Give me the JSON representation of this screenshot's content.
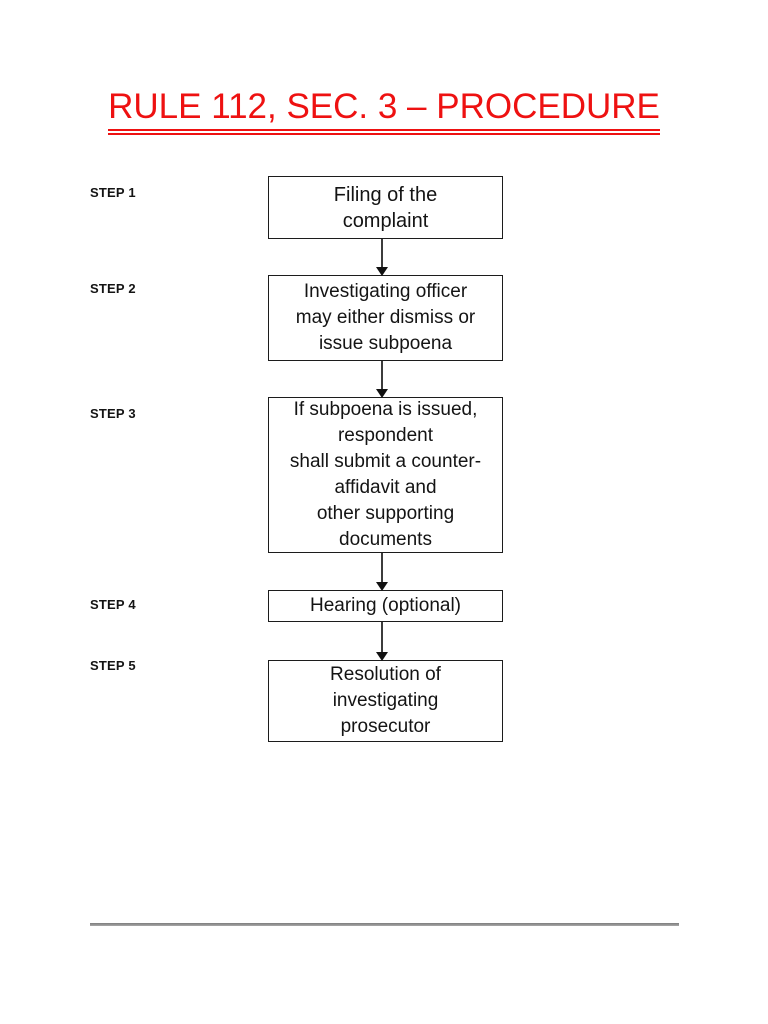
{
  "page": {
    "title": "RULE 112, SEC. 3 – PROCEDURE"
  },
  "flowchart": {
    "steps": [
      {
        "label": "STEP 1",
        "text": "Filing of the\ncomplaint"
      },
      {
        "label": "STEP 2",
        "text": "Investigating officer\nmay either dismiss or\nissue subpoena"
      },
      {
        "label": "STEP 3",
        "text": "If subpoena is issued,\nrespondent\nshall submit a counter-\naffidavit and\nother supporting\ndocuments"
      },
      {
        "label": "STEP 4",
        "text": "Hearing (optional)"
      },
      {
        "label": "STEP 5",
        "text": "Resolution of\ninvestigating\nprosecutor"
      }
    ],
    "connector": "down-arrow"
  },
  "colors": {
    "title_accent": "#ee1111",
    "box_border": "#1c1c1c",
    "arrow": "#111111",
    "footer_rule": "#8c8c8c",
    "background": "#ffffff"
  }
}
